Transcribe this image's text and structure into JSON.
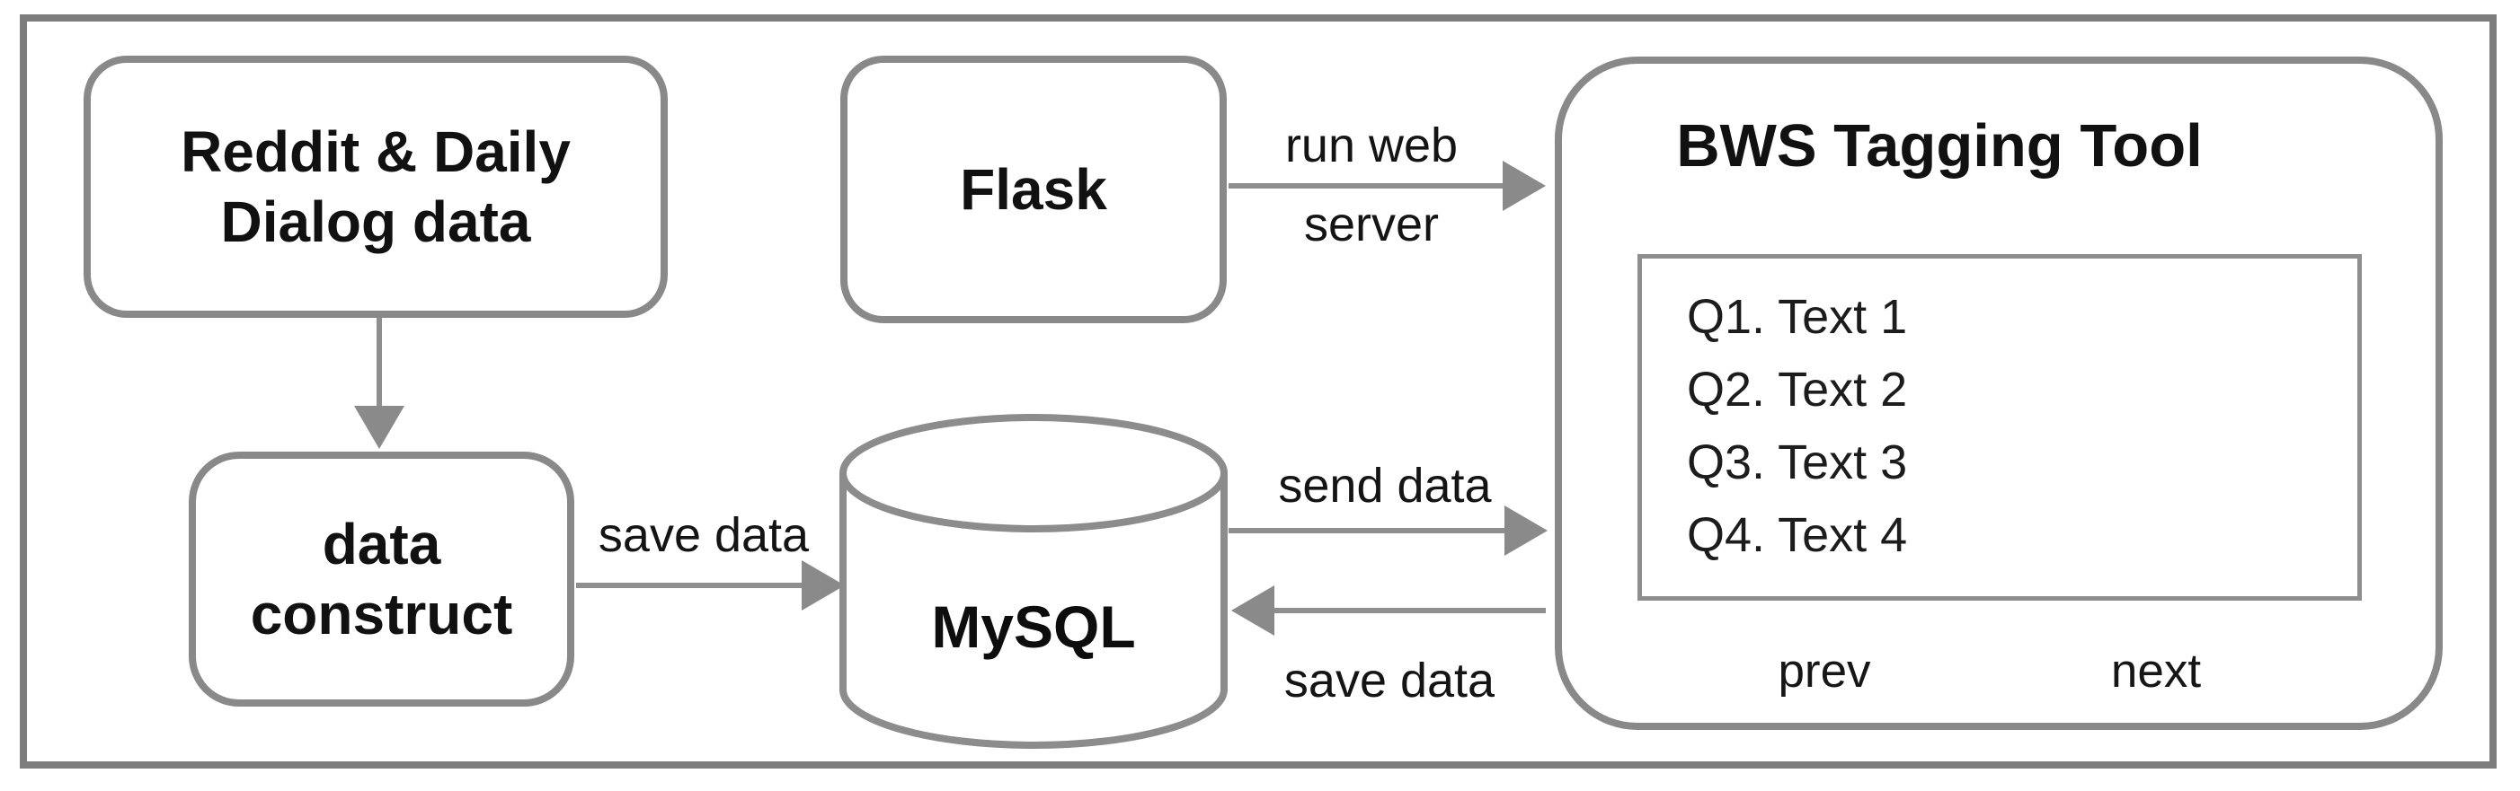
{
  "nodes": {
    "reddit": {
      "label": "Reddit & Daily\nDialog data"
    },
    "flask": {
      "label": "Flask"
    },
    "construct": {
      "label": "data\nconstruct"
    },
    "mysql": {
      "label": "MySQL"
    },
    "bws": {
      "title": "BWS Tagging Tool",
      "questions": [
        "Q1. Text 1",
        "Q2. Text 2",
        "Q3. Text 3",
        "Q4. Text 4"
      ],
      "prev_label": "prev",
      "next_label": "next"
    }
  },
  "edges": {
    "construct_to_mysql": {
      "label": "save data"
    },
    "flask_to_bws": {
      "label": "run web\nserver"
    },
    "mysql_to_bws": {
      "label": "send data"
    },
    "bws_to_mysql": {
      "label": "save data"
    }
  },
  "icons": {
    "prev": "left-hollow-triangle-icon",
    "next": "right-hollow-triangle-icon",
    "mysql": "database-cylinder-icon"
  },
  "colors": {
    "frame_border": "#7d7d7d",
    "node_border": "#898989",
    "arrow_gray": "#8a8a8a",
    "text_black": "#111111",
    "background": "#ffffff"
  }
}
